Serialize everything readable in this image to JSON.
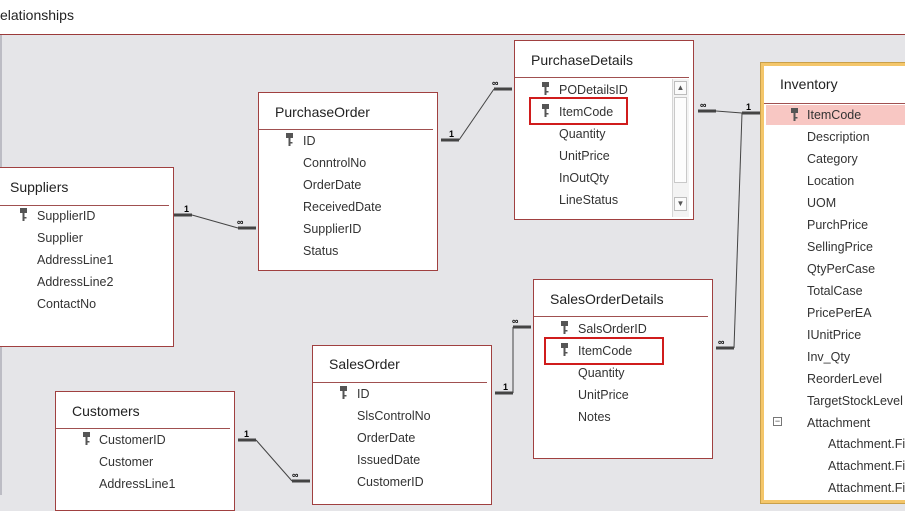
{
  "window": {
    "tab_title": "elationships"
  },
  "tables": {
    "suppliers": {
      "title": "Suppliers",
      "fields": [
        "SupplierID",
        "Supplier",
        "AddressLine1",
        "AddressLine2",
        "ContactNo"
      ]
    },
    "purchase_order": {
      "title": "PurchaseOrder",
      "fields": [
        "ID",
        "ConntrolNo",
        "OrderDate",
        "ReceivedDate",
        "SupplierID",
        "Status"
      ]
    },
    "purchase_details": {
      "title": "PurchaseDetails",
      "fields": [
        "PODetailsID",
        "ItemCode",
        "Quantity",
        "UnitPrice",
        "InOutQty",
        "LineStatus"
      ]
    },
    "inventory": {
      "title": "Inventory",
      "fields": [
        "ItemCode",
        "Description",
        "Category",
        "Location",
        "UOM",
        "PurchPrice",
        "SellingPrice",
        "QtyPerCase",
        "TotalCase",
        "PricePerEA",
        "IUnitPrice",
        "Inv_Qty",
        "ReorderLevel",
        "TargetStockLevel",
        "Attachment"
      ],
      "subfields": [
        "Attachment.Fi",
        "Attachment.Fi",
        "Attachment.Fi"
      ],
      "tree_toggle": "−"
    },
    "sales_order_details": {
      "title": "SalesOrderDetails",
      "fields": [
        "SalsOrderID",
        "ItemCode",
        "Quantity",
        "UnitPrice",
        "Notes"
      ]
    },
    "sales_order": {
      "title": "SalesOrder",
      "fields": [
        "ID",
        "SlsControlNo",
        "OrderDate",
        "IssuedDate",
        "CustomerID"
      ]
    },
    "customers": {
      "title": "Customers",
      "fields": [
        "CustomerID",
        "Customer",
        "AddressLine1"
      ]
    }
  },
  "cardinality": {
    "one": "1",
    "many": "∞"
  },
  "scrollbar": {
    "up": "▲",
    "down": "▼"
  },
  "colors": {
    "highlight_border": "#d01c1c",
    "selected_row": "#f8c7c3",
    "table_border": "#a04040",
    "inventory_border": "#f4c66a"
  }
}
